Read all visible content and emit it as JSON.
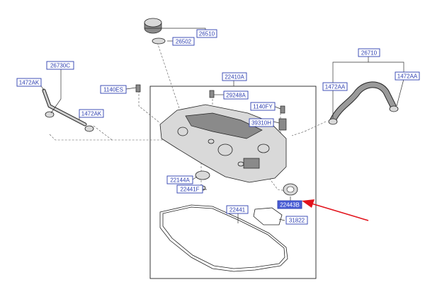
{
  "labels": [
    {
      "id": "26510",
      "text": "26510"
    },
    {
      "id": "26502",
      "text": "26502"
    },
    {
      "id": "26730C",
      "text": "26730C"
    },
    {
      "id": "1472AK-left-top",
      "text": "1472AK"
    },
    {
      "id": "1472AK-left-bottom",
      "text": "1472AK"
    },
    {
      "id": "1140ES",
      "text": "1140ES"
    },
    {
      "id": "22410A",
      "text": "22410A"
    },
    {
      "id": "29248A",
      "text": "29248A"
    },
    {
      "id": "1140FY",
      "text": "1140FY"
    },
    {
      "id": "39310H",
      "text": "39310H"
    },
    {
      "id": "26710",
      "text": "26710"
    },
    {
      "id": "1472AA-left",
      "text": "1472AA"
    },
    {
      "id": "1472AA-right",
      "text": "1472AA"
    },
    {
      "id": "22144A",
      "text": "22144A"
    },
    {
      "id": "22441F",
      "text": "22441F"
    },
    {
      "id": "22441",
      "text": "22441"
    },
    {
      "id": "22443B",
      "text": "22443B"
    },
    {
      "id": "31822",
      "text": "31822"
    }
  ],
  "colors": {
    "label_outline": "#2e3fb0",
    "label_highlight": "#4a5ed6",
    "pointer_arrow": "#e2121b"
  }
}
